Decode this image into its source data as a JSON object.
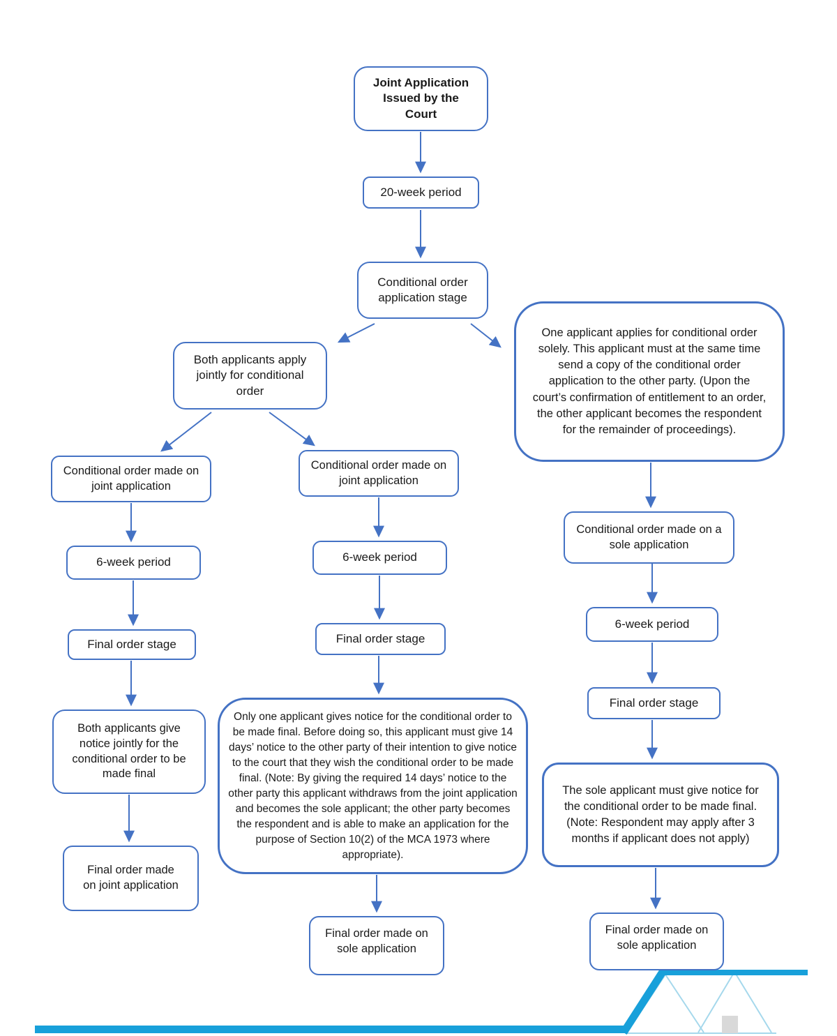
{
  "colors": {
    "box_border": "#4472C4",
    "arrow": "#4472C4",
    "text": "#1A1A1A",
    "accent_cyan": "#18A0DA",
    "accent_cyan_light": "#A5D8EC",
    "gray_block": "#D9D9D9"
  },
  "nodes": {
    "joint_application": {
      "label": "Joint Application Issued by the Court"
    },
    "week20": {
      "label": "20-week period"
    },
    "conditional_stage": {
      "label": "Conditional order application stage"
    },
    "both_apply": {
      "label": "Both applicants apply jointly for conditional order"
    },
    "one_applicant_sole": {
      "label": "One applicant applies for conditional order solely. This applicant must at the same time send a copy of the conditional order application to the other party. (Upon the court’s confirmation of entitlement to an order, the other applicant becomes the respondent for the remainder of proceedings)."
    },
    "left_cond_made": {
      "label": "Conditional order made on joint application"
    },
    "left_6week": {
      "label": "6-week period"
    },
    "left_final_stage": {
      "label": "Final order stage"
    },
    "left_both_notice": {
      "label": "Both applicants give notice jointly for the conditional order to be made final"
    },
    "left_final_made": {
      "label": "Final order made on joint application"
    },
    "mid_cond_made": {
      "label": "Conditional order made on joint application"
    },
    "mid_6week": {
      "label": "6-week period"
    },
    "mid_final_stage": {
      "label": "Final order stage"
    },
    "mid_only_one_notice": {
      "label": "Only one applicant gives notice for the conditional order to be made final. Before doing so, this applicant must give 14 days’ notice to the other party of their intention to give notice to the court that they wish the conditional order to be made final. (Note: By giving the required 14 days’ notice to the other party this applicant withdraws from the joint application and becomes the sole applicant; the other party becomes the respondent and is able to make an application for the purpose of Section 10(2) of the MCA 1973 where appropriate)."
    },
    "mid_final_made": {
      "label": "Final order made on sole application"
    },
    "right_cond_made": {
      "label": "Conditional order made on a sole application"
    },
    "right_6week": {
      "label": "6-week period"
    },
    "right_final_stage": {
      "label": "Final order stage"
    },
    "right_sole_notice": {
      "label": "The sole applicant must give notice for the conditional order to be made final. (Note: Respondent may apply after 3 months if applicant does not apply)"
    },
    "right_final_made": {
      "label": "Final order made on sole application"
    }
  }
}
